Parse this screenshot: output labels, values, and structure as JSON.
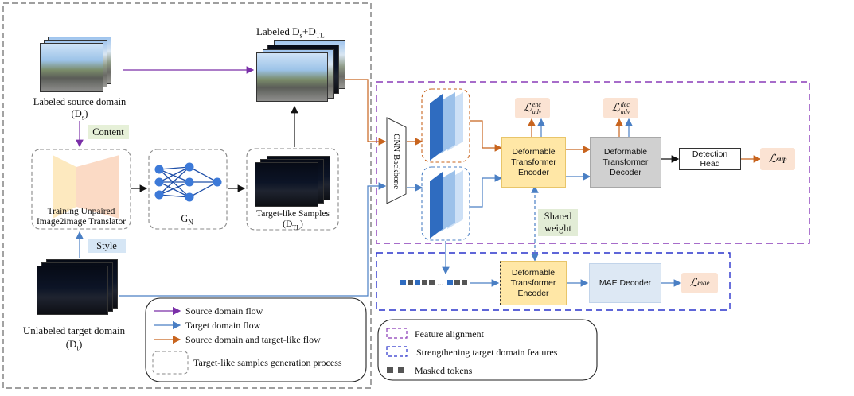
{
  "labels": {
    "labeled_ds_dtl_1": "Labeled D",
    "labeled_ds_dtl_2": "s",
    "labeled_ds_dtl_3": "+D",
    "labeled_ds_dtl_4": "TL",
    "labeled_source_1": "Labeled source domain",
    "labeled_source_2": "(D",
    "labeled_source_3": "s",
    "labeled_source_4": ")",
    "content": "Content",
    "style": "Style",
    "translator_1": "Training Unpaired",
    "translator_2": "Image2image Translator",
    "gn_1": "G",
    "gn_2": "N",
    "target_like_1": "Target-like Samples",
    "target_like_2": "(D",
    "target_like_3": "TL",
    "target_like_4": ")",
    "unlabeled_1": "Unlabeled target domain",
    "unlabeled_2": "(D",
    "unlabeled_3": "t",
    "unlabeled_4": ")",
    "cnn_backbone": "CNN Backbone",
    "enc_1": "Deformable",
    "enc_2": "Transformer",
    "enc_3": "Encoder",
    "dec_1": "Deformable",
    "dec_2": "Transformer",
    "dec_3": "Decoder",
    "det_1": "Detection",
    "det_2": "Head",
    "shared_1": "Shared",
    "shared_2": "weight",
    "mae_decoder": "MAE Decoder",
    "loss_L": "ℒ",
    "loss_enc_sup": "enc",
    "loss_enc_sub": "adv",
    "loss_dec_sup": "dec",
    "loss_dec_sub": "adv",
    "loss_sup_sub": "sup",
    "loss_mae_sub": "mae"
  },
  "legend_left": {
    "source_flow": "Source domain flow",
    "target_flow": "Target domain flow",
    "source_target_like_flow": "Source domain and target-like flow",
    "generation_process": "Target-like samples generation process"
  },
  "legend_right": {
    "feature_alignment": "Feature alignment",
    "strengthening": "Strengthening target domain features",
    "masked_tokens": "Masked tokens"
  },
  "colors": {
    "purple": "#7a2fa8",
    "blue": "#4a7fc4",
    "orange": "#c8641e",
    "navy": "#2a33cc",
    "gray": "#777777"
  }
}
